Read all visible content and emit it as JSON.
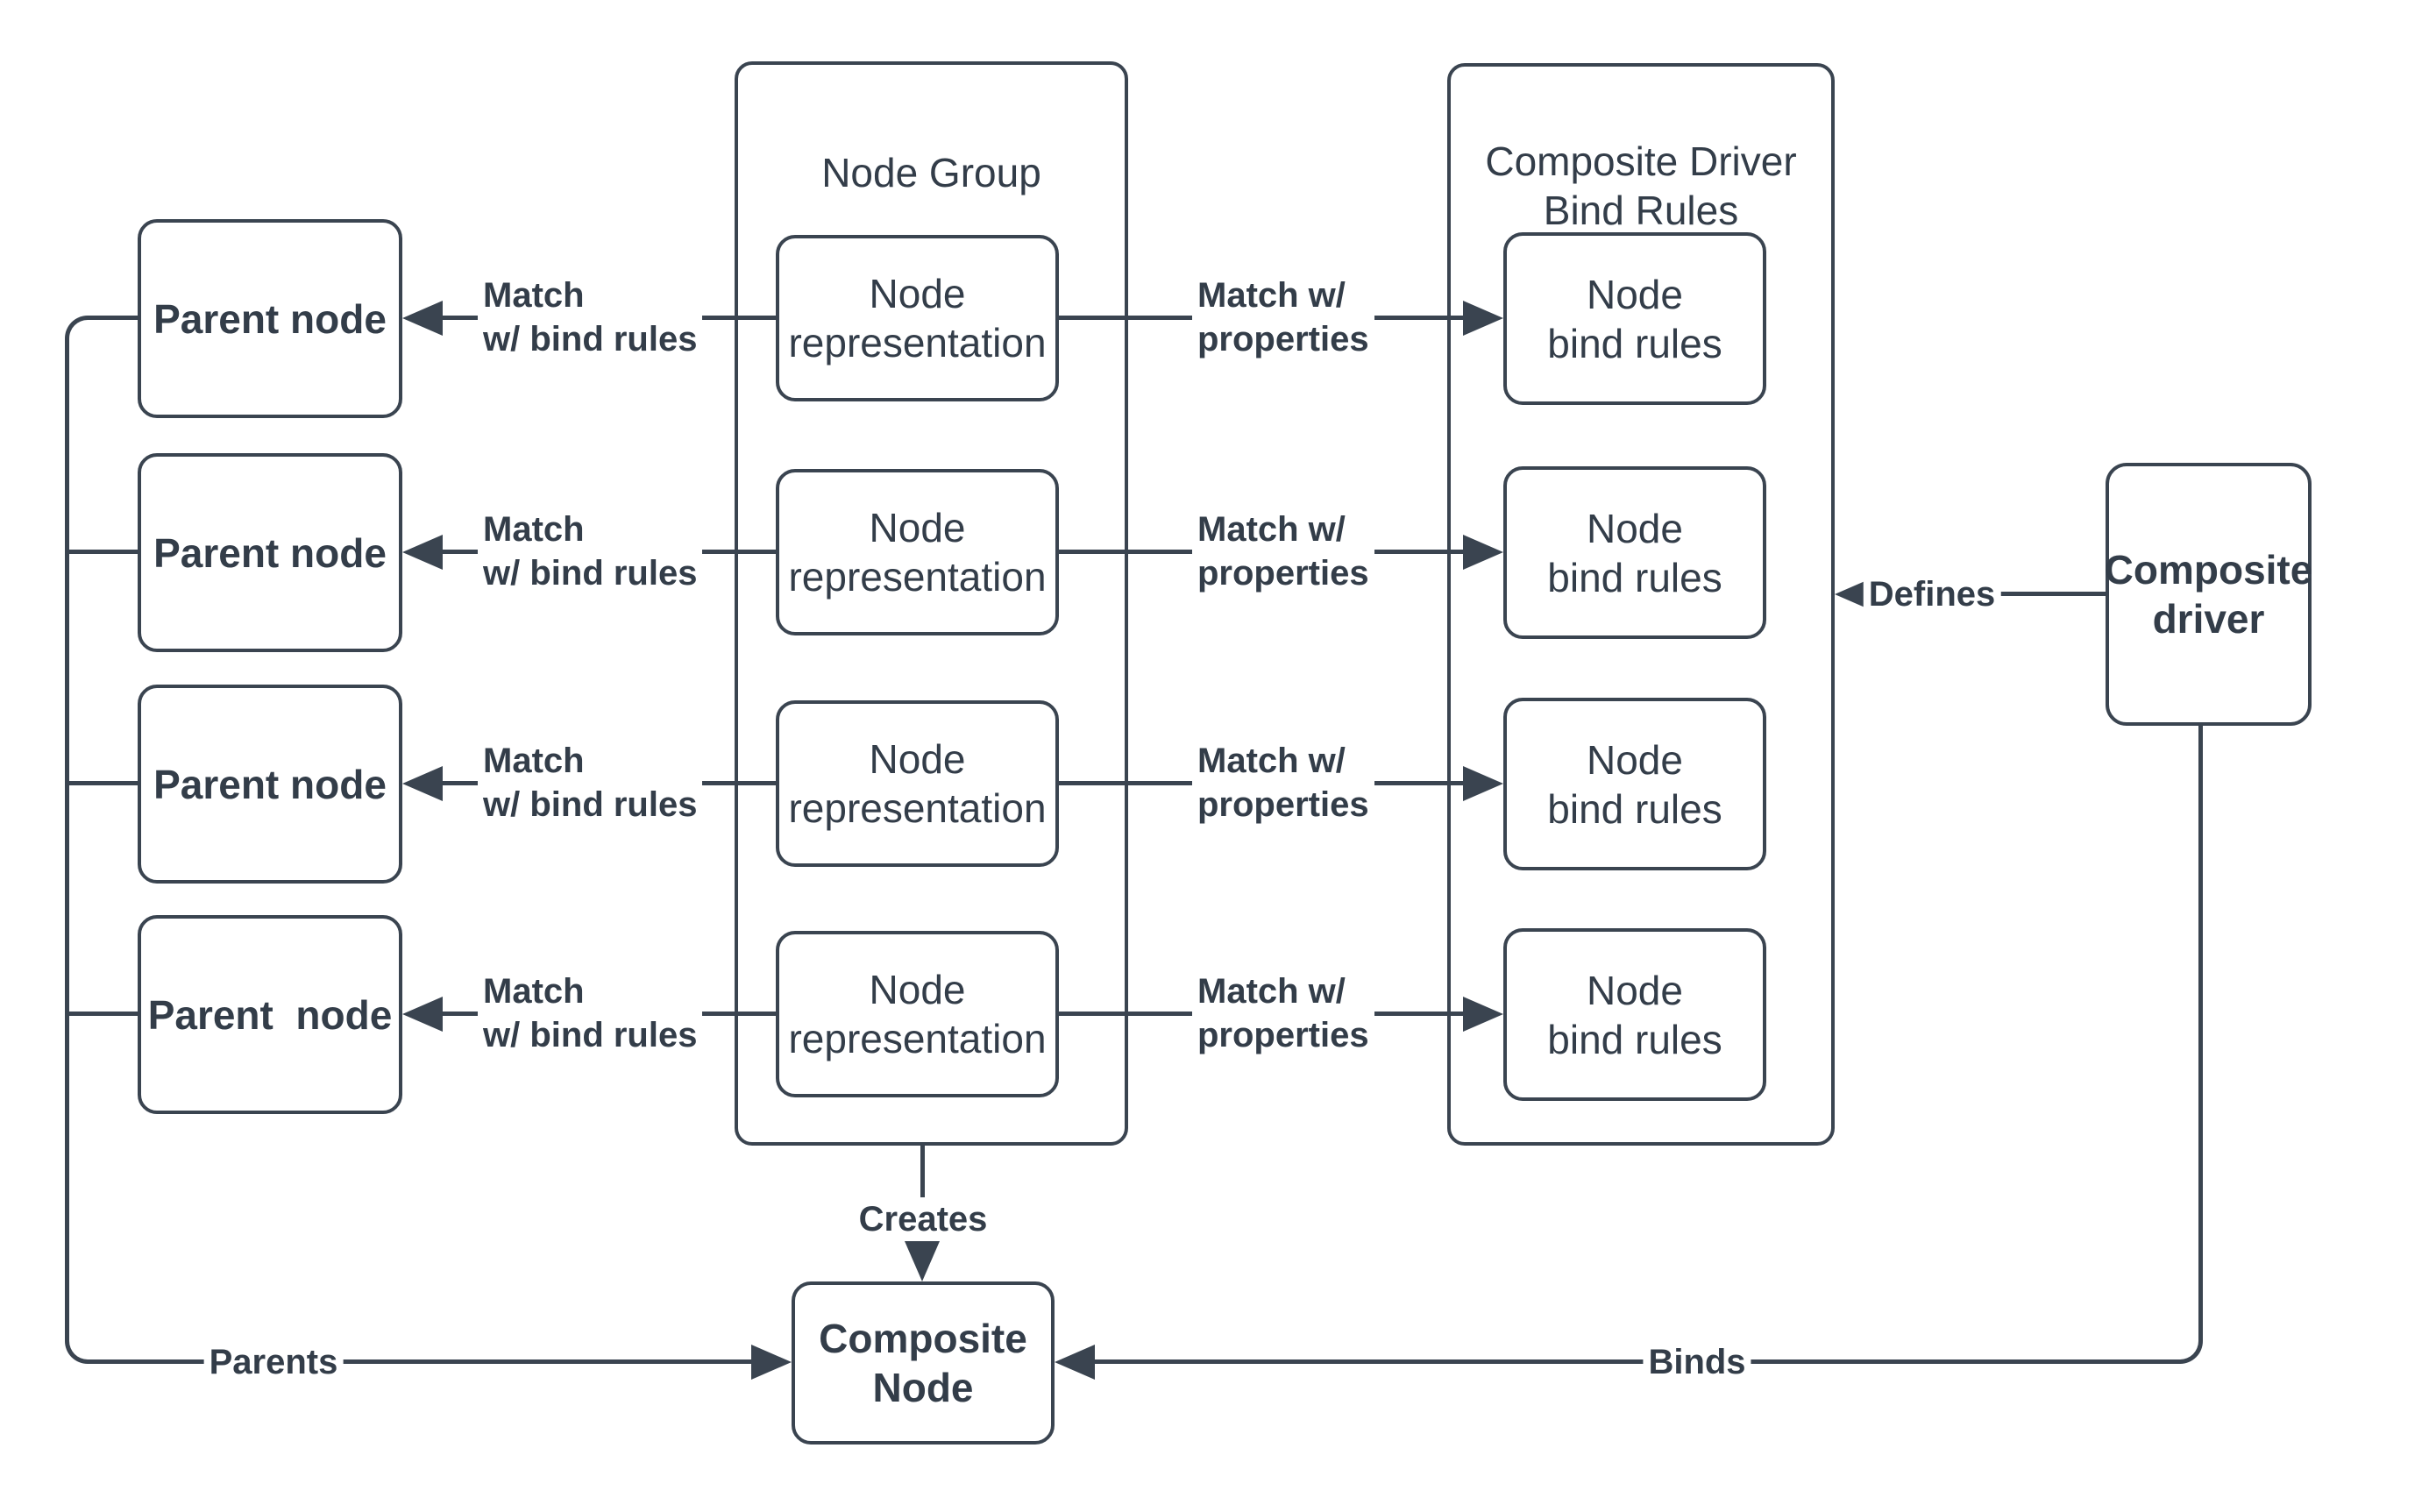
{
  "diagram": {
    "colors": {
      "stroke": "#3a4450",
      "text": "#333d49",
      "background": "#ffffff"
    },
    "node_group": {
      "title": "Node Group"
    },
    "bind_rules_group": {
      "title": "Composite Driver\nBind Rules"
    },
    "rows": [
      {
        "parent": "Parent node",
        "representation": "Node\nrepresentation",
        "bind_rules": "Node\nbind rules",
        "left_label": "Match\nw/ bind rules",
        "right_label": "Match w/\nproperties"
      },
      {
        "parent": "Parent node",
        "representation": "Node\nrepresentation",
        "bind_rules": "Node\nbind rules",
        "left_label": "Match\nw/ bind rules",
        "right_label": "Match w/\nproperties"
      },
      {
        "parent": "Parent node",
        "representation": "Node\nrepresentation",
        "bind_rules": "Node\nbind rules",
        "left_label": "Match\nw/ bind rules",
        "right_label": "Match w/\nproperties"
      },
      {
        "parent": "Parent  node",
        "representation": "Node\nrepresentation",
        "bind_rules": "Node\nbind rules",
        "left_label": "Match\nw/ bind rules",
        "right_label": "Match w/\nproperties"
      }
    ],
    "composite_driver": {
      "label": "Composite\ndriver"
    },
    "composite_node": {
      "label": "Composite\nNode"
    },
    "edges": {
      "defines": "Defines",
      "creates": "Creates",
      "parents": "Parents",
      "binds": "Binds"
    }
  }
}
